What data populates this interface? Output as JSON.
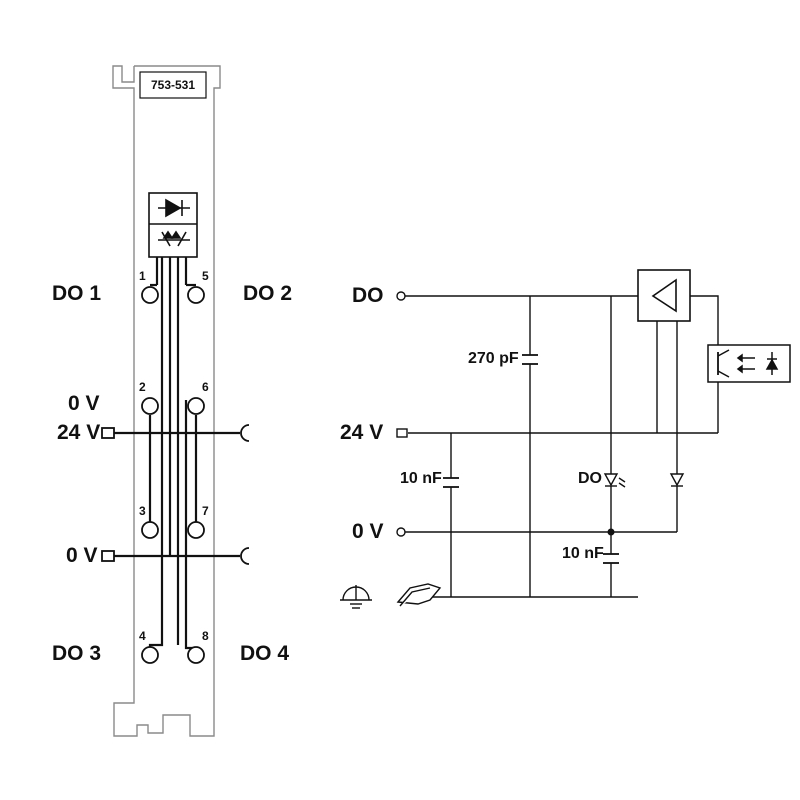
{
  "module": {
    "part_number": "753-531"
  },
  "left_diagram": {
    "channel_labels": {
      "do1": "DO 1",
      "do2": "DO 2",
      "do3": "DO 3",
      "do4": "DO 4"
    },
    "supply_labels": {
      "zero_v_top": "0 V",
      "v24": "24 V",
      "zero_v_bottom": "0 V"
    },
    "terminal_numbers": [
      "1",
      "2",
      "3",
      "4",
      "5",
      "6",
      "7",
      "8"
    ],
    "optocoupler_icon": "optocoupler-icon"
  },
  "right_diagram": {
    "labels": {
      "do": "DO",
      "v24": "24 V",
      "zero_v": "0 V"
    },
    "components": {
      "c_output": "270 pF",
      "c_supply": "10 nF",
      "c_ground": "10 nF",
      "led": "DO"
    },
    "icons": [
      "amplifier-icon",
      "optocoupler-icon",
      "diode-icon",
      "led-icon",
      "ground-icon",
      "din-rail-icon"
    ]
  },
  "colors": {
    "line": "#111111",
    "module_outline": "#8a8a8a",
    "background": "#ffffff"
  }
}
